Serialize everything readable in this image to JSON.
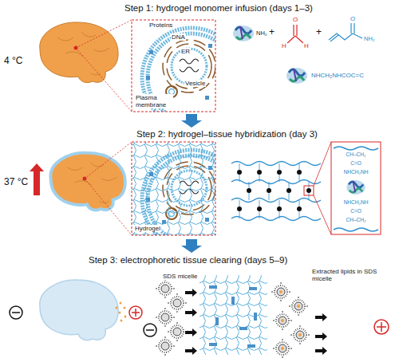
{
  "diagram": {
    "labels": [
      "Step 1: hydrogel monomer infusion (days 1–3)",
      "4 °C",
      "Proteins",
      "DNA",
      "ER",
      "Vesicle",
      "Plasma membrane",
      "NH₂",
      "+",
      "H",
      "H",
      "O",
      "+",
      "O",
      "NH₂",
      "NHCH₂NHCOC=C",
      "Step 2: hydrogel–tissue hybridization (day 3)",
      "37 °C",
      "Hydrogel",
      "CH–CH₂",
      "C=O",
      "NHCH₂NH",
      "NHCH₂NH",
      "C=O",
      "CH–CH₂",
      "Step 3: electrophoretic tissue clearing (days 5–9)",
      "SDS micelle",
      "Extracted lipids in SDS micelle"
    ]
  }
}
